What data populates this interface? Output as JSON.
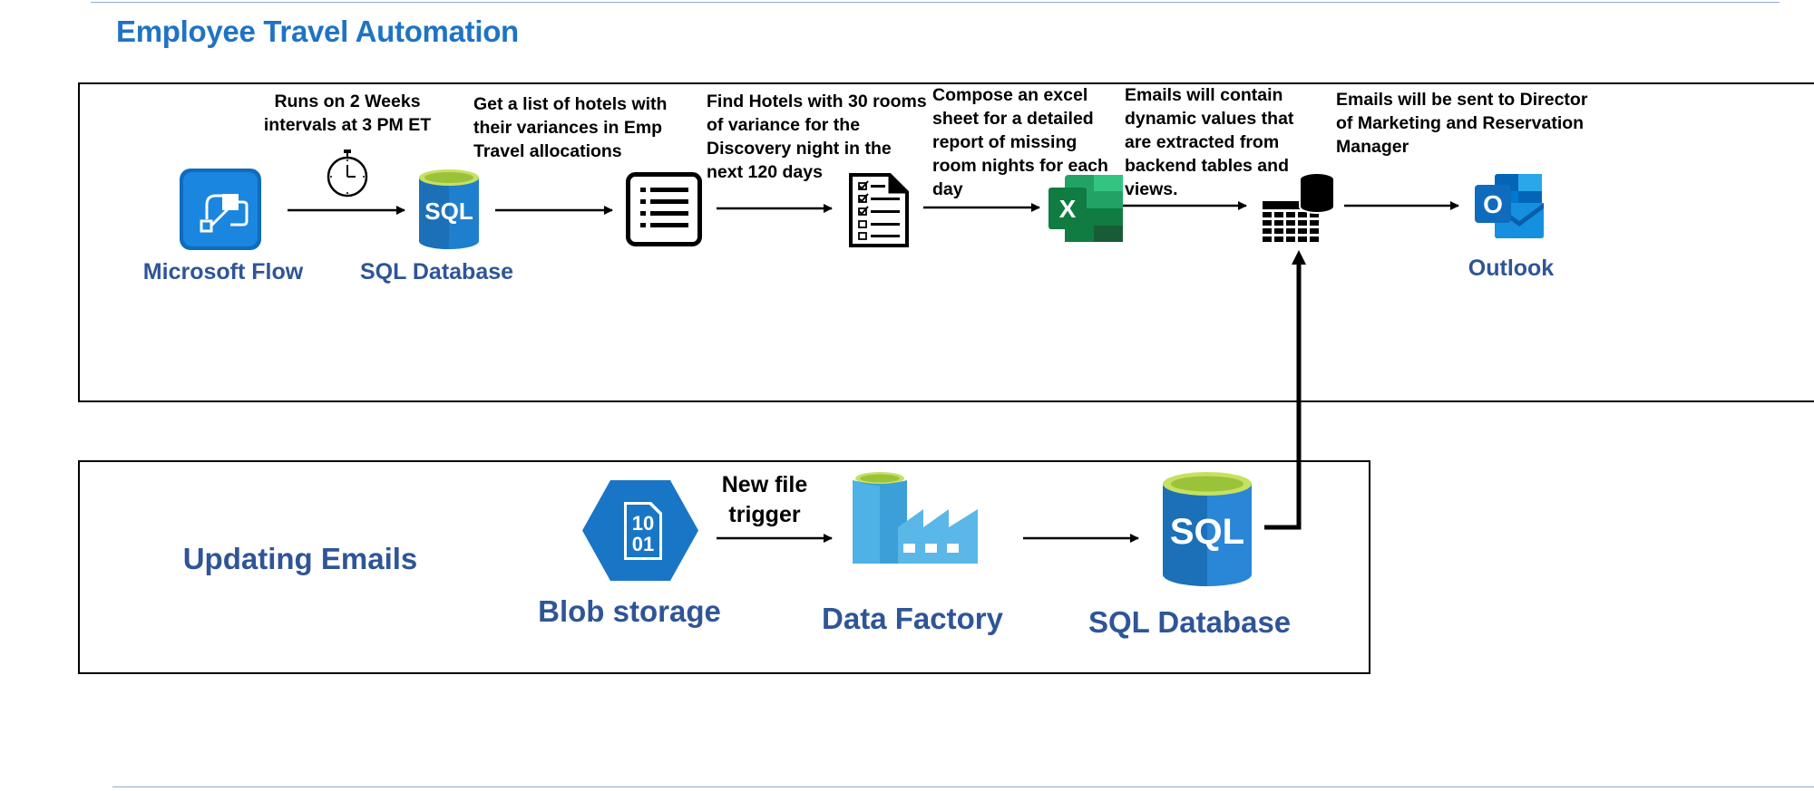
{
  "title": "Employee Travel Automation",
  "steps": {
    "schedule": "Runs on 2 Weeks intervals at 3 PM ET",
    "hotel_list": "Get a list of hotels with their variances in Emp Travel allocations",
    "find_hotels": "Find Hotels with 30 rooms of variance for the Discovery night in the next 120 days",
    "compose_excel": "Compose an excel sheet for a detailed report of missing room nights for each day",
    "dynamic_values": "Emails will contain dynamic values that are extracted from backend tables and views.",
    "send_emails": "Emails will be sent to Director of Marketing and Reservation Manager",
    "new_file_trigger": "New file trigger"
  },
  "nodes": {
    "microsoft_flow": "Microsoft Flow",
    "sql_database_top": "SQL Database",
    "outlook": "Outlook",
    "updating_emails": "Updating Emails",
    "blob_storage": "Blob storage",
    "data_factory": "Data Factory",
    "sql_database_bottom": "SQL Database"
  },
  "icons": {
    "microsoft_flow": "flow-icon",
    "timer": "stopwatch-icon",
    "sql_top": "sql-database-icon",
    "list": "list-icon",
    "checklist": "checklist-document-icon",
    "excel": "excel-icon",
    "table_db": "table-database-icon",
    "outlook": "outlook-icon",
    "blob": "blob-storage-icon",
    "data_factory": "data-factory-icon",
    "sql_bottom": "sql-database-icon"
  },
  "colors": {
    "title": "#1f73c4",
    "label": "#2f5597",
    "rule": "#8faadc",
    "azure_blue": "#0078d4",
    "sql_top": "#a4cc3a",
    "excel_green": "#107c41"
  }
}
